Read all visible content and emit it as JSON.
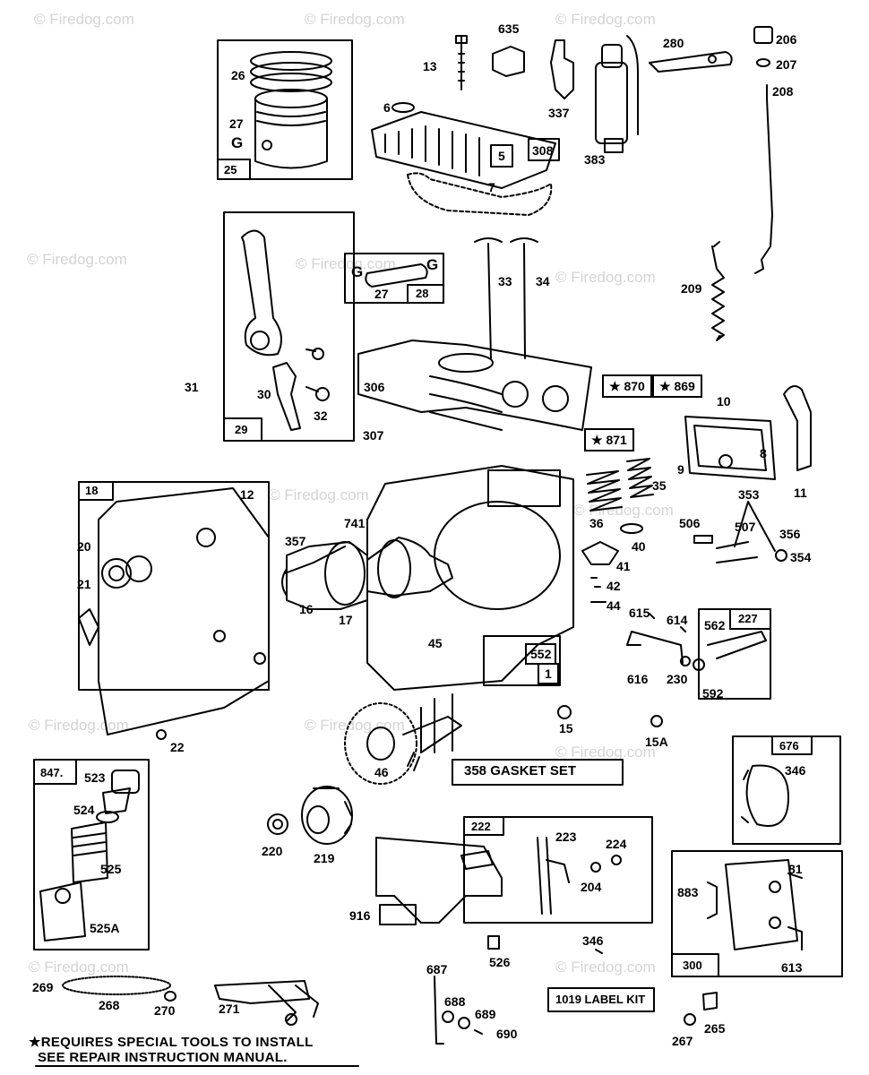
{
  "watermark": "© Firedog.com",
  "parts": {
    "p26": "26",
    "p27a": "27",
    "g_left": "G",
    "p25": "25",
    "p6": "6",
    "p13": "13",
    "p635": "635",
    "p337": "337",
    "p5": "5",
    "p308": "308",
    "p7": "7",
    "p383": "383",
    "p280": "280",
    "p206": "206",
    "p207": "207",
    "p208": "208",
    "g_pin_a": "G",
    "g_pin_b": "G",
    "p27b": "27",
    "p28": "28",
    "p33": "33",
    "p34": "34",
    "p209": "209",
    "p29": "29",
    "p30": "30",
    "p32": "32",
    "p31": "31",
    "p306": "306",
    "p307": "307",
    "p870": "★ 870",
    "p869": "★ 869",
    "p871": "★ 871",
    "p10": "10",
    "p8": "8",
    "p9": "9",
    "p11": "11",
    "p18": "18",
    "p12": "12",
    "p20": "20",
    "p21": "21",
    "p357": "357",
    "p741": "741",
    "p16": "16",
    "p17": "17",
    "p35": "35",
    "p36": "36",
    "p40": "40",
    "p41": "41",
    "p42": "42",
    "p44": "44",
    "p353": "353",
    "p506": "506",
    "p507": "507",
    "p356": "356",
    "p354": "354",
    "p615": "615",
    "p614": "614",
    "p562": "562",
    "p227": "227",
    "p616": "616",
    "p230": "230",
    "p592": "592",
    "p45": "45",
    "p552": "552",
    "p1": "1",
    "p15": "15",
    "p15a": "15A",
    "p46": "46",
    "p22": "22",
    "p676": "676",
    "p346a": "346",
    "p847": "847.",
    "p523": "523",
    "p524": "524",
    "p525": "525",
    "p525a": "525A",
    "p220": "220",
    "p219": "219",
    "p222": "222",
    "p223": "223",
    "p224": "224",
    "p204": "204",
    "p916": "916",
    "p81": "81",
    "p883": "883",
    "p300": "300",
    "p613": "613",
    "p346b": "346",
    "p526": "526",
    "p269": "269",
    "p268": "268",
    "p270": "270",
    "p271": "271",
    "p687": "687",
    "p688": "688",
    "p689": "689",
    "p690": "690",
    "p265": "265",
    "p267": "267"
  },
  "kits": {
    "gasket_set": "358  GASKET SET",
    "label_kit": "1019 LABEL KIT"
  },
  "footnote": {
    "line1": "★REQUIRES SPECIAL TOOLS TO INSTALL",
    "line2": "SEE REPAIR INSTRUCTION MANUAL."
  }
}
